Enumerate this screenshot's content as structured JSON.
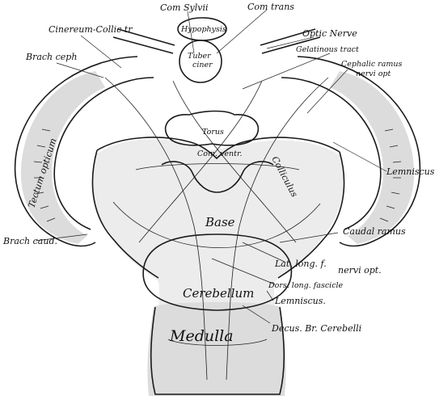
{
  "labels": {
    "com_sylvii": "Com Sylvii",
    "hypophysis": "Hypophysis",
    "com_trans": "Com trans",
    "optic_nerve": "Optic Nerve",
    "cinereum_collic_tr": "Cinereum-Collic tr",
    "brach_ceph": "Brach ceph",
    "gelatinous_tract": "Gelatinous tract",
    "cephalic_ramus": "Cephalic ramus",
    "cephalic_ramus_2": "nervi opt",
    "tuber_cinereum": "Tuber",
    "tuber_cinereum_2": "ciner",
    "torus": "Torus",
    "com_ventr": "Com. ventr.",
    "tectum_opticum": "Tectum opticum",
    "colliculus": "Colliculus",
    "lemniscus_upper": "Lemniscus.",
    "brach_caud": "Brach caud.",
    "basis": "Base",
    "caudal_ramus": "Caudal ramus",
    "caudal_ramus_2": "nervi opt.",
    "lat_long_f": "Lat. long. f.",
    "dors_long_fascicle": "Dors. long. fascicle",
    "cerebellum": "Cerebellum",
    "lemniscus_lower": "Lemniscus.",
    "decus_br_cerebelli": "Decus. Br. Cerebelli",
    "medulla": "Medulla"
  }
}
